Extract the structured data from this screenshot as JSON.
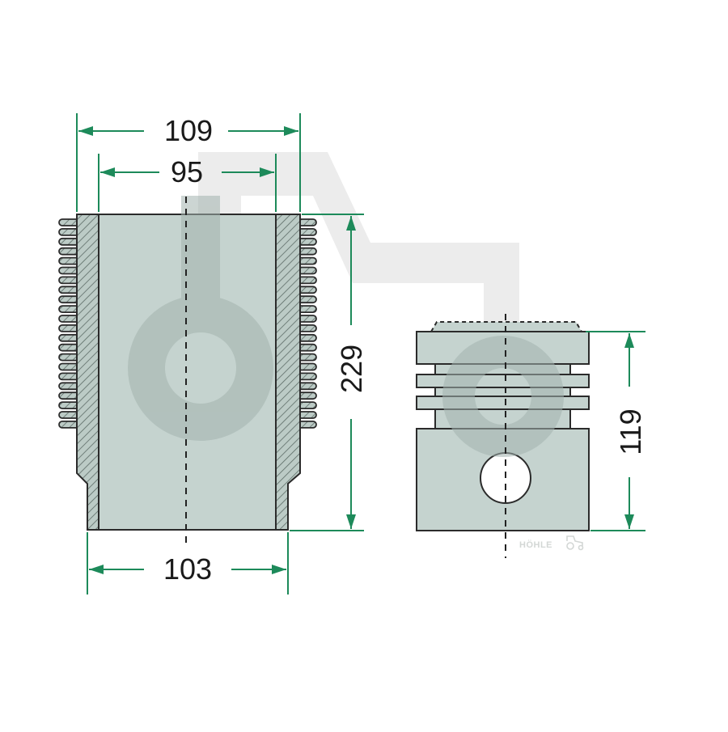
{
  "diagram": {
    "cylinder": {
      "outer_diameter": "109",
      "bore": "95",
      "collar_diameter": "103",
      "length": "229"
    },
    "piston": {
      "compression_height": "119"
    },
    "brand": "HÖHLE"
  },
  "colors": {
    "dimension": "#1d8a5a",
    "body_fill": "#c5d3cf",
    "hatch_fill": "#b9c9c4",
    "watermark": "#e8e8e8"
  }
}
